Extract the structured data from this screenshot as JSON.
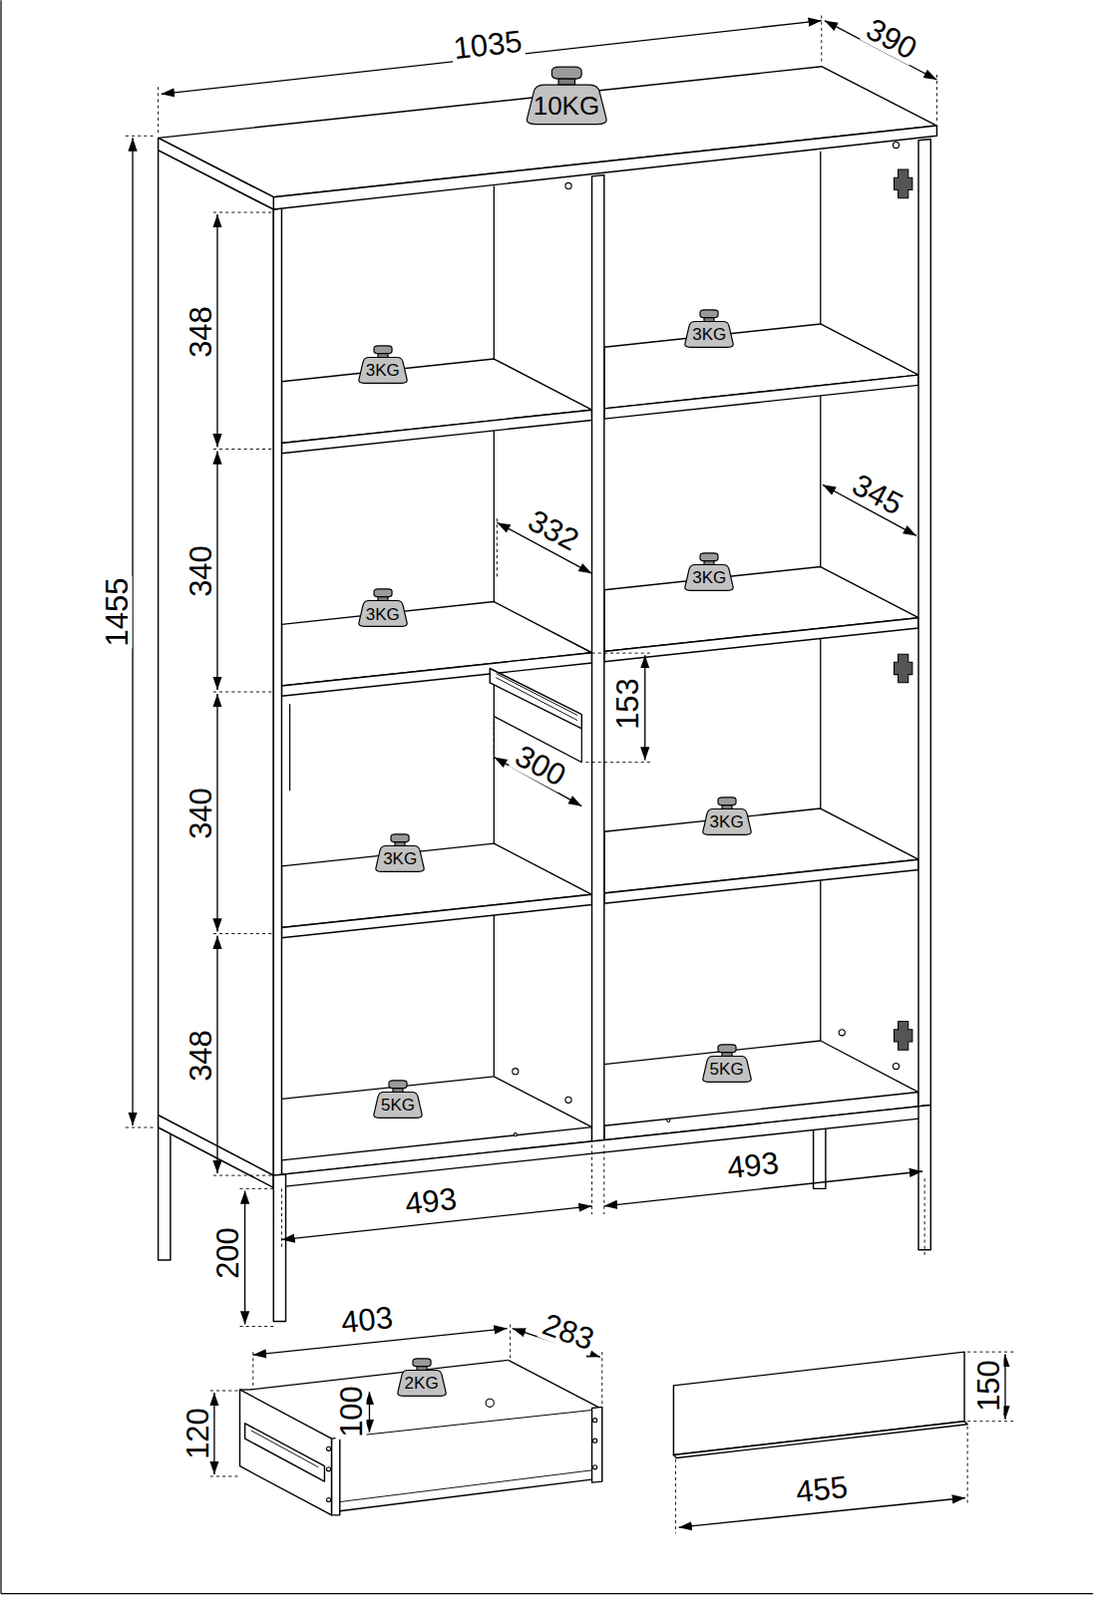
{
  "diagram": {
    "nodes": [
      {
        "text": [
          "10KG"
        ]
      },
      {
        "text": [
          "3KG"
        ]
      },
      {
        "text": [
          "3KG"
        ]
      },
      {
        "text": [
          "3KG"
        ]
      },
      {
        "text": [
          "3KG"
        ]
      },
      {
        "text": [
          "3KG"
        ]
      },
      {
        "text": [
          "3KG"
        ]
      },
      {
        "text": [
          "5KG"
        ]
      },
      {
        "text": [
          "5KG"
        ]
      },
      {
        "text": [
          "2KG"
        ]
      }
    ],
    "labels": [
      "1035",
      "390",
      "348",
      "340",
      "340",
      "348",
      "1455",
      "332",
      "345",
      "153",
      "300",
      "493",
      "493",
      "200",
      "403",
      "283",
      "120",
      "100",
      "150",
      "455"
    ]
  }
}
